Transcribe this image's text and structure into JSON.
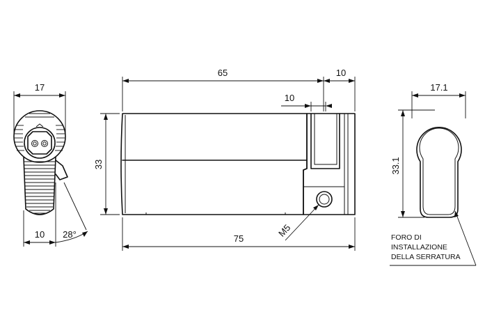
{
  "dimensions": {
    "front_width": "17",
    "front_stem_width": "10",
    "front_angle": "28°",
    "length_main": "65",
    "length_cam": "10",
    "cam_slot": "10",
    "height": "33",
    "total_length": "75",
    "screw_thread": "M5",
    "profile_width": "17.1",
    "profile_height": "33.1"
  },
  "note": {
    "lines": [
      "FORO DI",
      "INSTALLAZIONE",
      "DELLA SERRATURA"
    ]
  }
}
